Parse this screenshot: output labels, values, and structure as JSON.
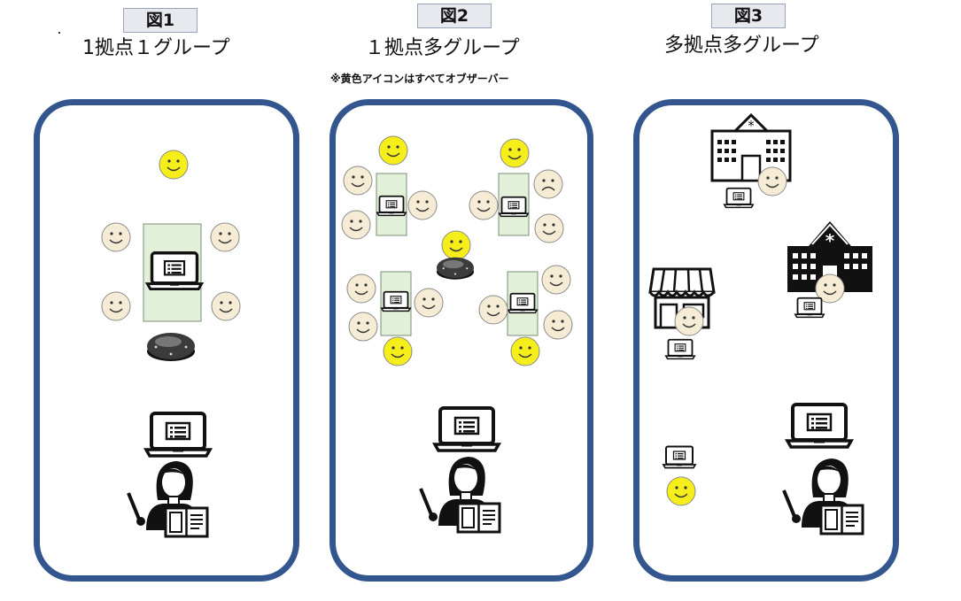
{
  "figures": [
    {
      "label": "図1",
      "title": "1拠点１グループ"
    },
    {
      "label": "図2",
      "title": "１拠点多グループ"
    },
    {
      "label": "図3",
      "title": "多拠点多グループ"
    }
  ],
  "note": "※黄色アイコンはすべてオブザーバー",
  "colors": {
    "panel_border": "#34568e",
    "observer": "#f5ee1a",
    "participant": "#f6ecd5",
    "table": "#e2efd9"
  },
  "icons": [
    "smiley-face-icon",
    "laptop-icon",
    "speakerphone-icon",
    "teacher-icon",
    "hospital-icon",
    "shop-icon"
  ]
}
